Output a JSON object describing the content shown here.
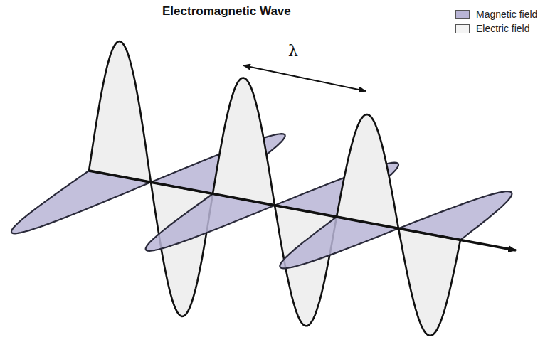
{
  "diagram": {
    "title": "Electromagnetic Wave",
    "labels": [
      "λ"
    ],
    "legend": [
      {
        "text": "Magnetic field",
        "color": "#b9b5d6"
      },
      {
        "text": "Electric field",
        "color": "#f4f4f4"
      }
    ]
  }
}
